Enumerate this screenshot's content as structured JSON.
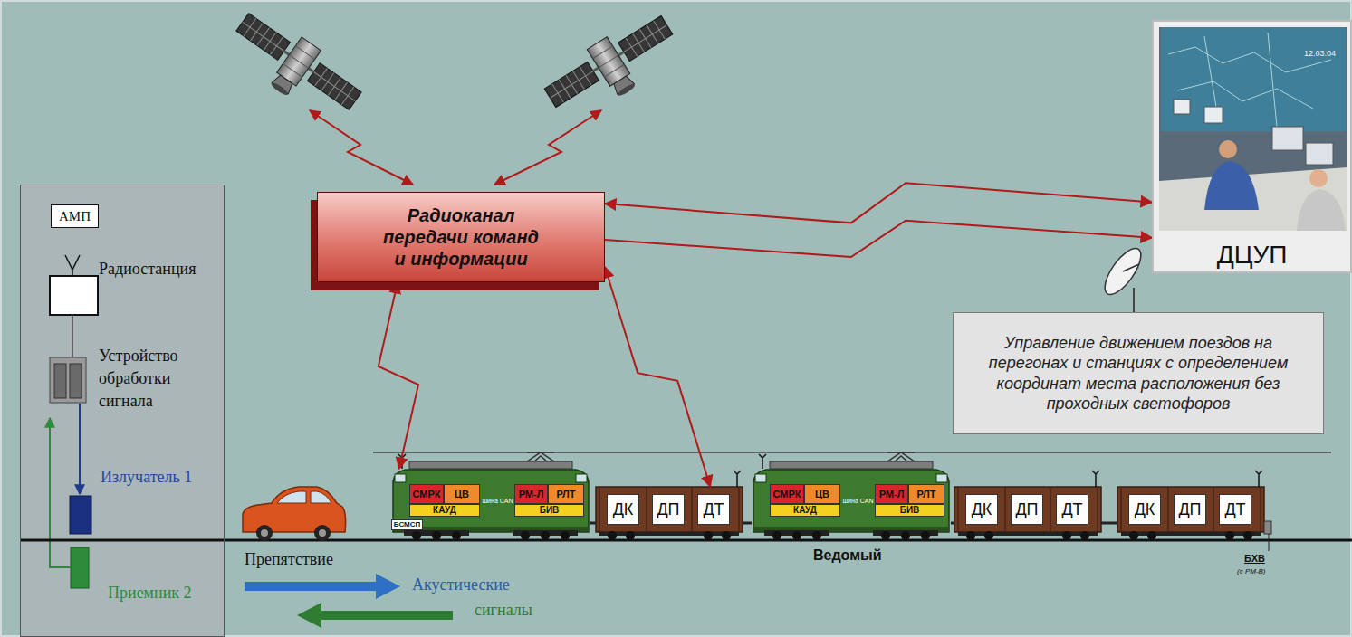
{
  "diagram": {
    "nodes": [
      {
        "text": [
          "Радиостанция",
          "Устройство обработки сигнала",
          "Излучатель 1",
          "Приемник 2"
        ]
      },
      {
        "text": [
          "АМП"
        ],
        "in": 0
      },
      {
        "text": [
          "Радиоканал передачи команд и информации"
        ]
      },
      {
        "text": [
          "ДЦУП"
        ]
      },
      {
        "text": [
          "Управление движением поездов на перегонах и станциях с определением координат места расположения без проходных светофоров"
        ]
      },
      {
        "text": [
          "СМРК",
          "ЦВ",
          "шина CAN",
          "РМ-Л",
          "РЛТ",
          "КАУД",
          "БИВ",
          "БСМСП"
        ]
      },
      {
        "text": [
          "ДК",
          "ДП",
          "ДТ"
        ]
      },
      {
        "text": [
          "СМРК",
          "ЦВ",
          "шина CAN",
          "РМ-Л",
          "РЛТ",
          "КАУД",
          "БИВ"
        ]
      },
      {
        "text": [
          "ДК",
          "ДП",
          "ДТ"
        ]
      },
      {
        "text": [
          "ДК",
          "ДП",
          "ДТ"
        ]
      }
    ],
    "edges": [
      {
        "from": 2,
        "to": 3,
        "arrow": "both"
      },
      {
        "from": 2,
        "to": 3,
        "arrow": "to"
      },
      {
        "from": 2,
        "to": 5,
        "arrow": "both"
      },
      {
        "from": 2,
        "to": 6,
        "arrow": "both"
      }
    ],
    "labels": [
      "Ведомый",
      "БХВ",
      "(с РМ-В)",
      "Препятствие",
      "Акустические",
      "сигналы",
      "12:03:04"
    ]
  }
}
